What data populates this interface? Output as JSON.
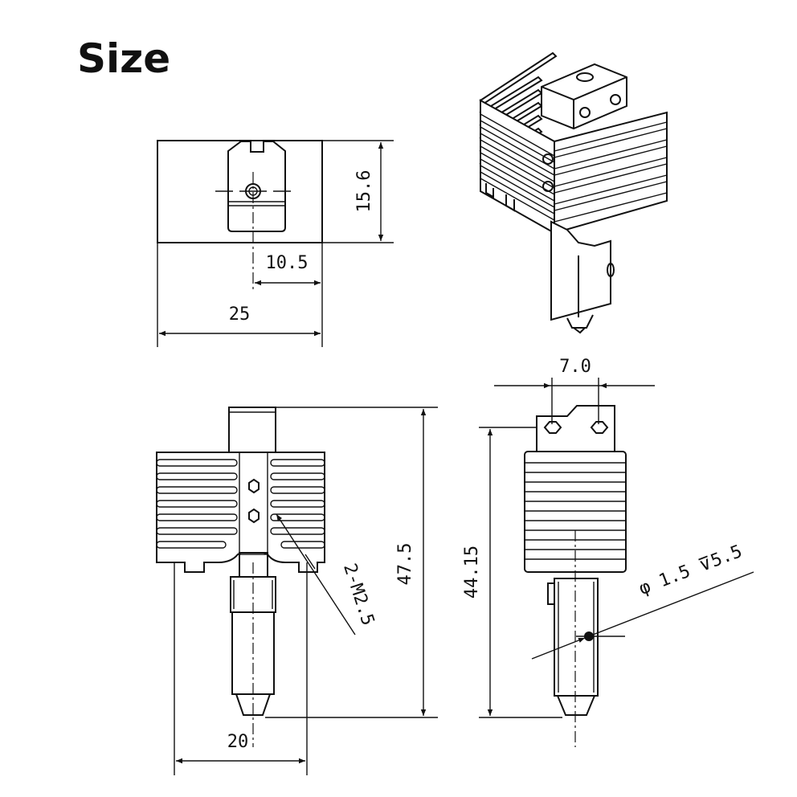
{
  "title": "Size",
  "top_view": {
    "height_label": "15.6",
    "offset_label": "10.5",
    "width_label": "25"
  },
  "front_view": {
    "height_label": "47.5",
    "width_label": "20",
    "thread_label": "2-M2.5"
  },
  "side_view": {
    "height_label": "44.15",
    "hole_spacing_label": "7.0",
    "hole_label": "φ 1.5 ⊽5.5"
  },
  "icons": [
    "arrowhead",
    "centre-mark",
    "hex-hole"
  ]
}
